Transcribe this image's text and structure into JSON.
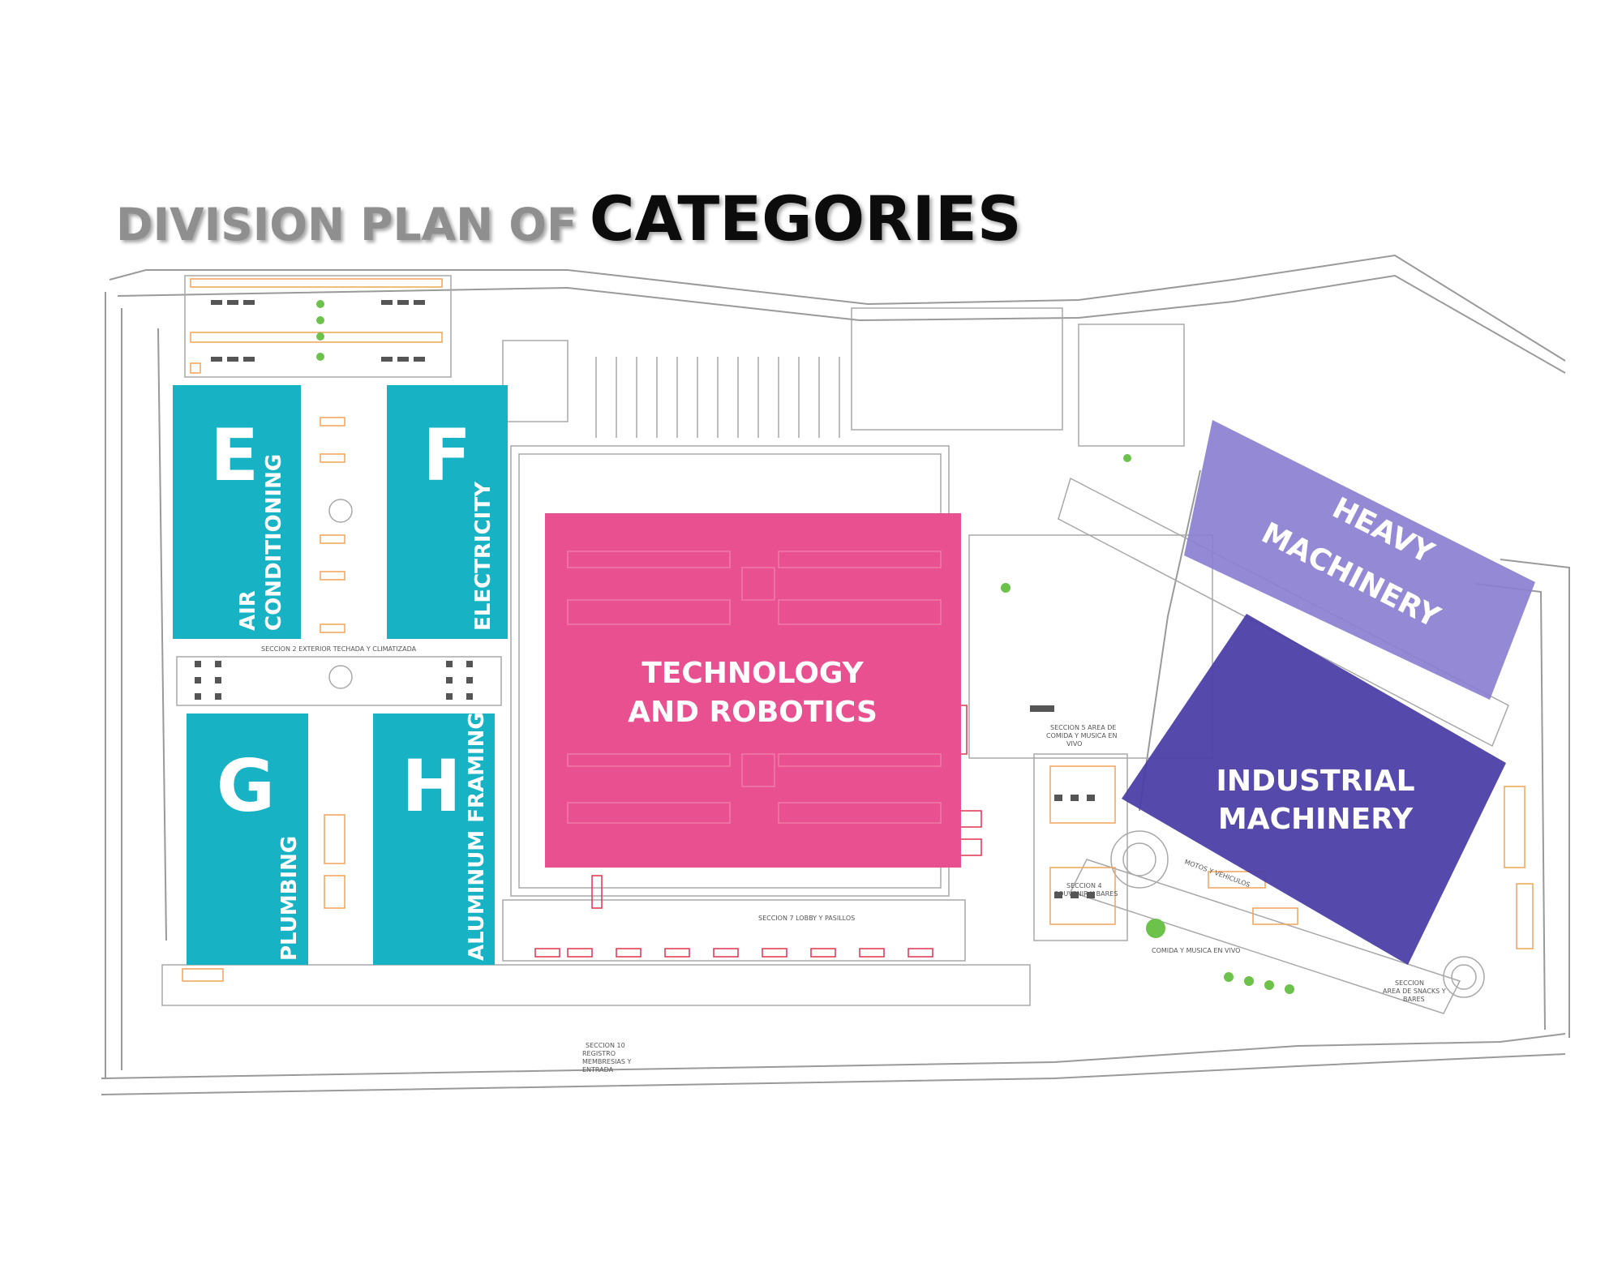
{
  "title": {
    "prefix": "DIVISION PLAN OF",
    "main": "CATEGORIES"
  },
  "colors": {
    "zone_teal": "#17b3c5",
    "zone_pink": "#e8508f",
    "heavy": "#8a7fd0",
    "industrial": "#4a3fa6"
  },
  "zones": {
    "E": {
      "letter": "E",
      "name_line1": "AIR",
      "name_line2": "CONDITIONING"
    },
    "F": {
      "letter": "F",
      "name": "ELECTRICITY"
    },
    "G": {
      "letter": "G",
      "name": "PLUMBING"
    },
    "H": {
      "letter": "H",
      "name": "ALUMINUM FRAMING"
    },
    "tech": {
      "line1": "TECHNOLOGY",
      "line2": "AND ROBOTICS"
    },
    "heavy": {
      "line1": "HEAVY",
      "line2": "MACHINERY"
    },
    "industrial": {
      "line1": "INDUSTRIAL",
      "line2": "MACHINERY"
    }
  },
  "plan_labels": {
    "s2": "SECCION 2 EXTERIOR TECHADA Y CLIMATIZADA",
    "s7": "SECCION 7 LOBBY Y PASILLOS",
    "s5a": "SECCION 5 AREA DE",
    "s5b": "COMIDA Y MUSICA EN",
    "s5c": "VIVO",
    "s4a": "SECCION 4",
    "s4b": "SOUVENIR Y BARES",
    "s10a": "SECCION 10",
    "s10b": "REGISTRO",
    "s10c": "MEMBRESIAS Y",
    "s10d": "ENTRADA",
    "food": "COMIDA Y MUSICA EN VIVO",
    "snack_a": "SECCION",
    "snack_b": "AREA DE SNACKS Y",
    "snack_c": "BARES",
    "vehicles": "MOTOS Y VEHICULOS"
  }
}
